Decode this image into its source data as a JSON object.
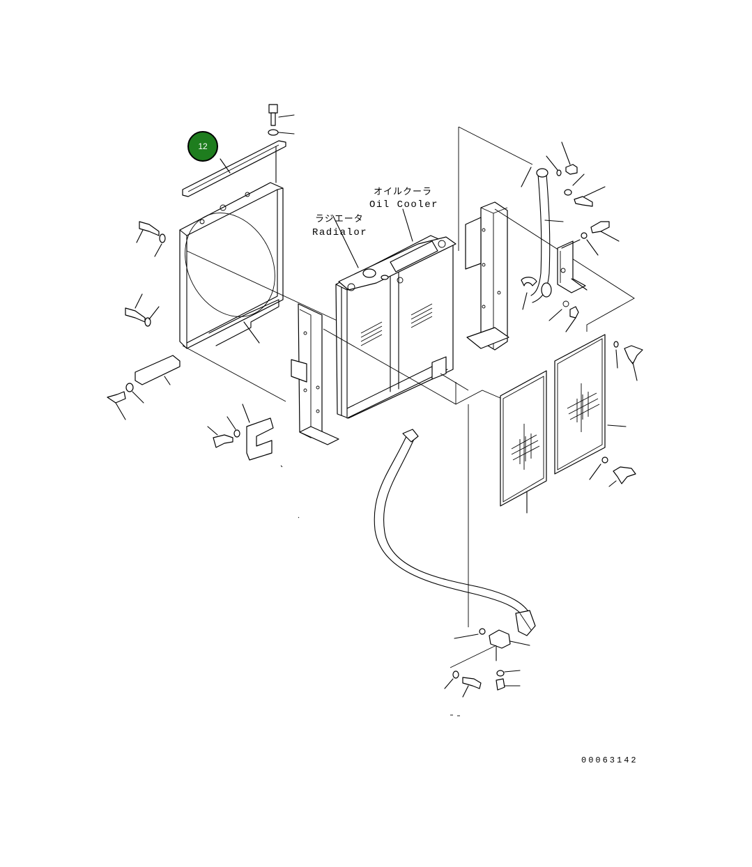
{
  "labels": {
    "oil_cooler_jp": "オイルクーラ",
    "oil_cooler_en": "Oil Cooler",
    "radiator_jp": "ラジエータ",
    "radiator_en": "Radialor"
  },
  "callout": {
    "number": "12",
    "color": "#1e7d1e"
  },
  "drawing_code": "00063142"
}
